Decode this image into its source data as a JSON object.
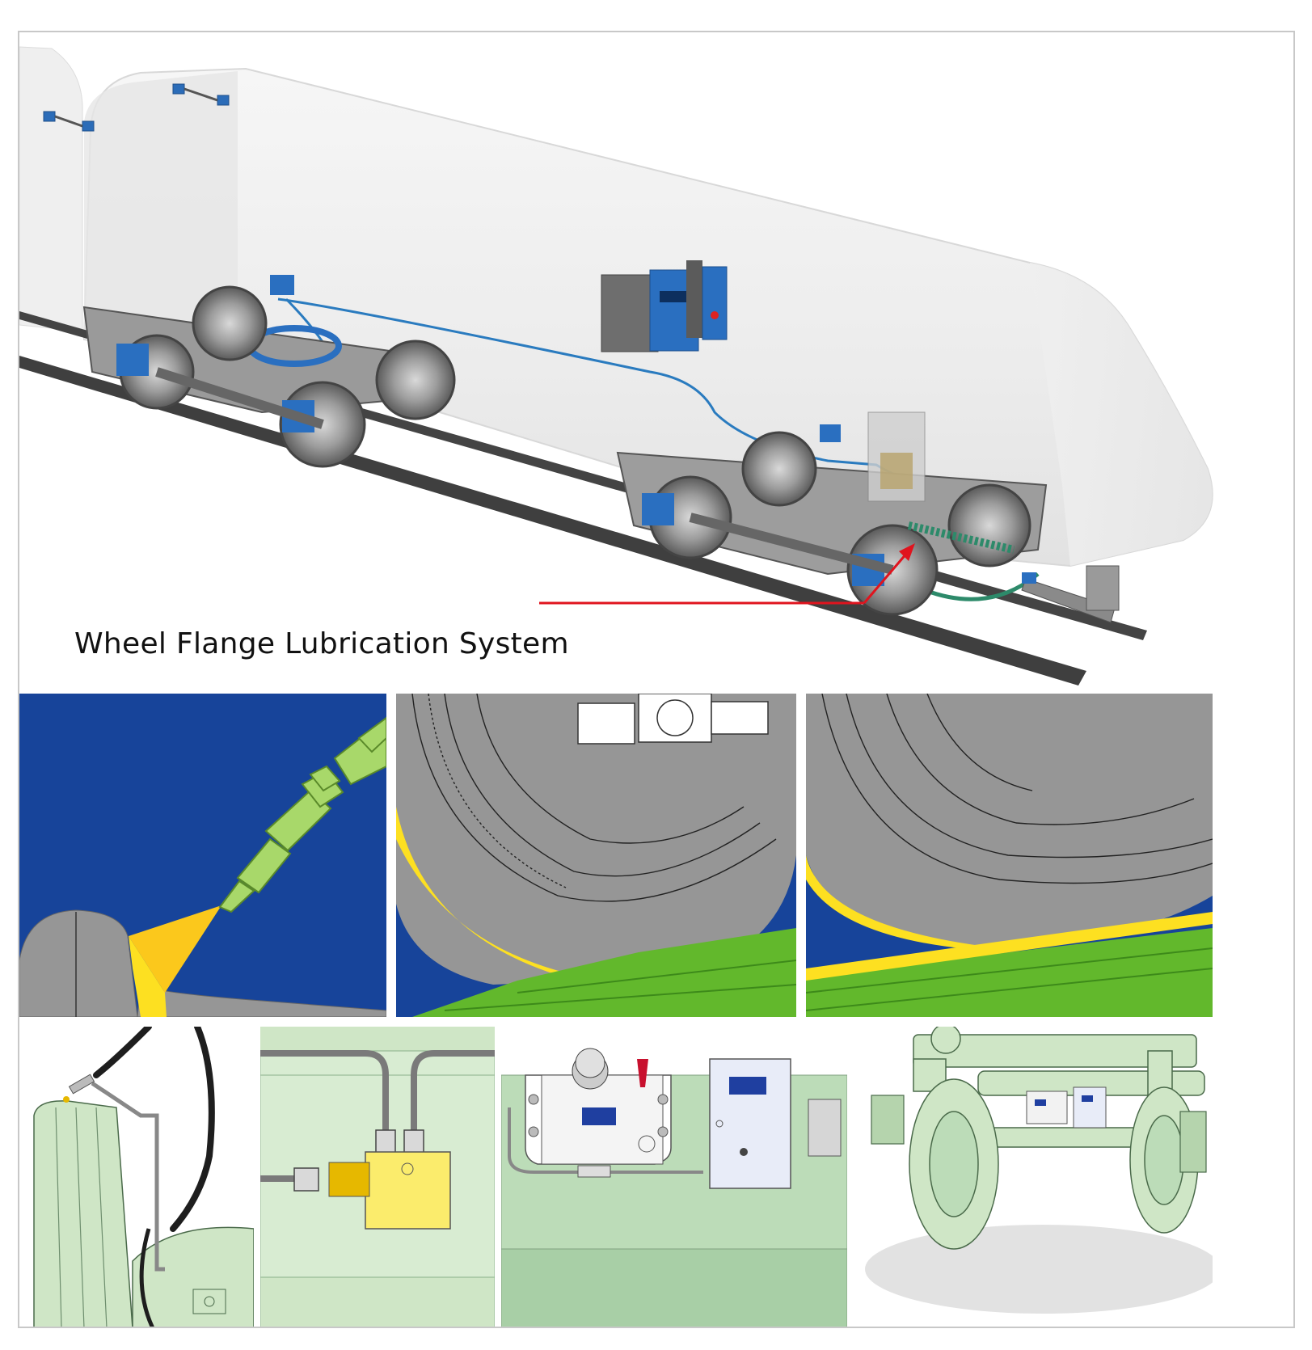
{
  "callout": {
    "label": "Wheel Flange Lubrication System",
    "line_color": "#e0141e"
  },
  "colors": {
    "panel_blue": "#17449a",
    "lubricant_yellow": "#fde021",
    "rail_green": "#62b82c",
    "nozzle_green": "#a8d86a",
    "wheel_gray": "#969696",
    "cad_green": "#cfe6c6",
    "device_blue": "#1f5aa8"
  },
  "panels": {
    "row1": [
      "nozzle-spray-closeup",
      "wheel-flange-lubricant-view-1",
      "wheel-flange-lubricant-view-2"
    ],
    "row2": [
      "nozzle-mount-detail",
      "distributor-block-detail",
      "pump-and-controller-unit",
      "bogie-assembly-view"
    ]
  }
}
